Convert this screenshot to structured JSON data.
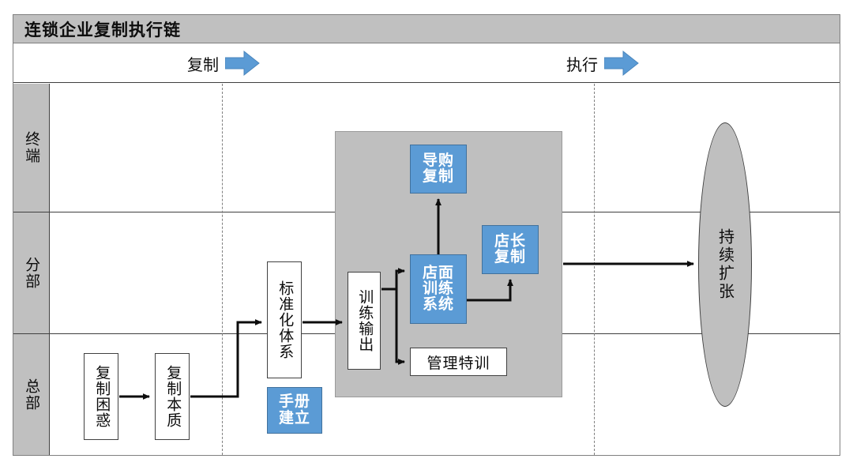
{
  "title": "连锁企业复制执行链",
  "phases": [
    {
      "label": "复制",
      "icon": "right-arrow-icon"
    },
    {
      "label": "执行",
      "icon": "right-arrow-icon"
    }
  ],
  "lanes": [
    {
      "label": "终端"
    },
    {
      "label": "分部"
    },
    {
      "label": "总部"
    }
  ],
  "nodes": {
    "kunhuo": "复制困惑",
    "benzhi": "复制本质",
    "shouce": "手册建立",
    "biaozhun": "标准化体系",
    "xunlian": "训练输出",
    "guanli": "管理特训",
    "daogou": "导购复制",
    "dianzhang": "店长复制",
    "dianmian": "店面训练系统",
    "kuozhang": "持续扩张"
  },
  "colors": {
    "accent_blue": "#5B9BD5",
    "accent_blue_border": "#41719C",
    "panel_gray": "#BFBFBF",
    "title_gray": "#C0C0C0",
    "line_dark": "#3F3F3F"
  }
}
